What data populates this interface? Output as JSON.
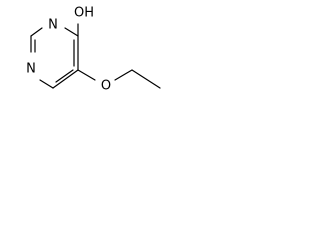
{
  "atoms": {
    "n1": "N",
    "n3": "N",
    "oh": "OH",
    "o_ether": "O"
  },
  "colors": {
    "bond": "#000000",
    "label": "#000000",
    "background": "#ffffff"
  }
}
